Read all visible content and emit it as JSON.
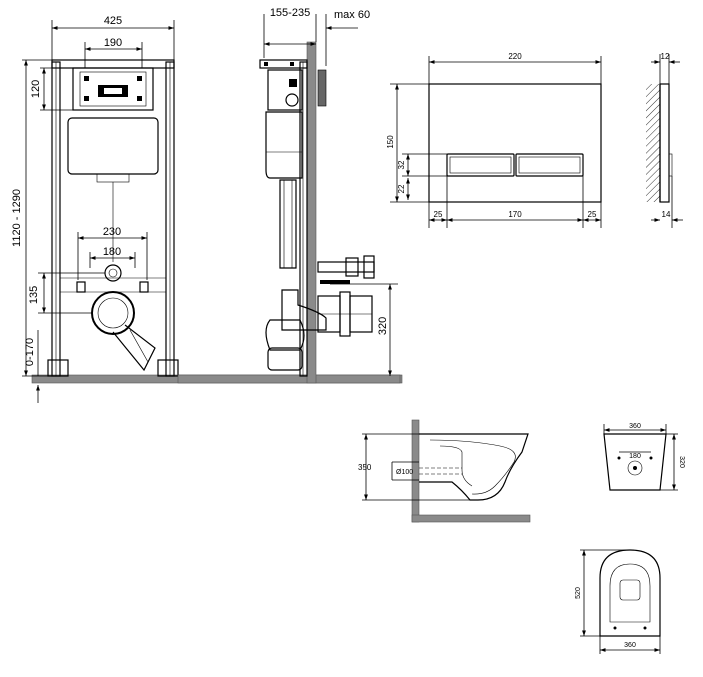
{
  "frame_front": {
    "width": "425",
    "inner_width": "190",
    "height_range": "1120 - 1290",
    "top_offset": "120",
    "bolt_spacing_outer": "230",
    "bolt_spacing_inner": "180",
    "bottom_offset": "135",
    "foot_range": "0-170"
  },
  "frame_side": {
    "depth_range": "155-235",
    "max_wall": "max 60",
    "drain_height": "320"
  },
  "flush_plate": {
    "width": "220",
    "height": "150",
    "thickness": "12",
    "button_height": "32",
    "bottom_margin": "22",
    "side_margin_left": "25",
    "button_width": "170",
    "side_margin_right": "25",
    "depth": "14"
  },
  "bowl_side": {
    "height": "350",
    "outlet": "Ø100"
  },
  "bowl_back": {
    "width": "360",
    "bolt_spacing": "180",
    "height": "320"
  },
  "bowl_top": {
    "length": "520",
    "width": "360"
  }
}
